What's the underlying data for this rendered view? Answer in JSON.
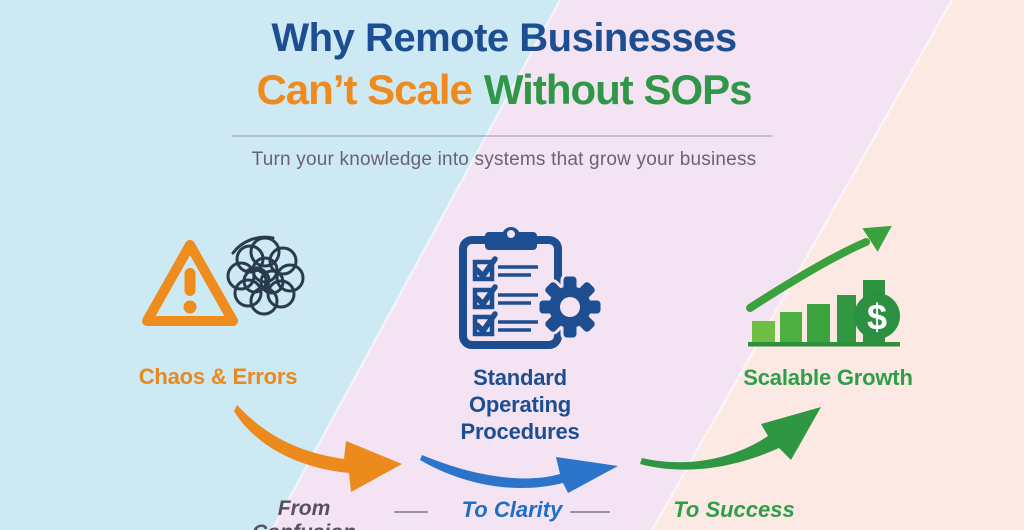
{
  "header": {
    "title_line1": "Why Remote Businesses",
    "title_line2_orange": "Can’t Scale",
    "title_line2_green": "Without SOPs",
    "subtitle": "Turn your knowledge into systems that grow your business"
  },
  "stages": [
    {
      "id": "chaos",
      "label": "Chaos & Errors",
      "color": "#e8891f",
      "icons": [
        "warning-triangle-icon",
        "tangled-scribble-icon"
      ]
    },
    {
      "id": "sop",
      "label_line1": "Standard Operating",
      "label_line2": "Procedures",
      "color": "#1d4e91",
      "icons": [
        "clipboard-checklist-icon",
        "gear-icon"
      ]
    },
    {
      "id": "growth",
      "label": "Scalable Growth",
      "color": "#2f9e49",
      "coin_symbol": "$",
      "icons": [
        "growth-bars-icon",
        "trend-arrow-icon",
        "dollar-coin-icon"
      ]
    }
  ],
  "flow": {
    "step1": "From Confusion",
    "step2": "To Clarity",
    "step3": "To Success",
    "step1_color": "#57505f",
    "step2_color": "#1e6ec5",
    "step3_color": "#2f9e49"
  },
  "palette": {
    "bg_left": "#cce9f4",
    "bg_middle": "#f4e3f3",
    "bg_right": "#fce9e4",
    "navy": "#1d4e91",
    "orange": "#f08a1d",
    "green": "#2f9747",
    "arrow_blue": "#2b74c9",
    "subtitle_gray": "#6a6472",
    "scribble_navy": "#2b3b4e"
  }
}
